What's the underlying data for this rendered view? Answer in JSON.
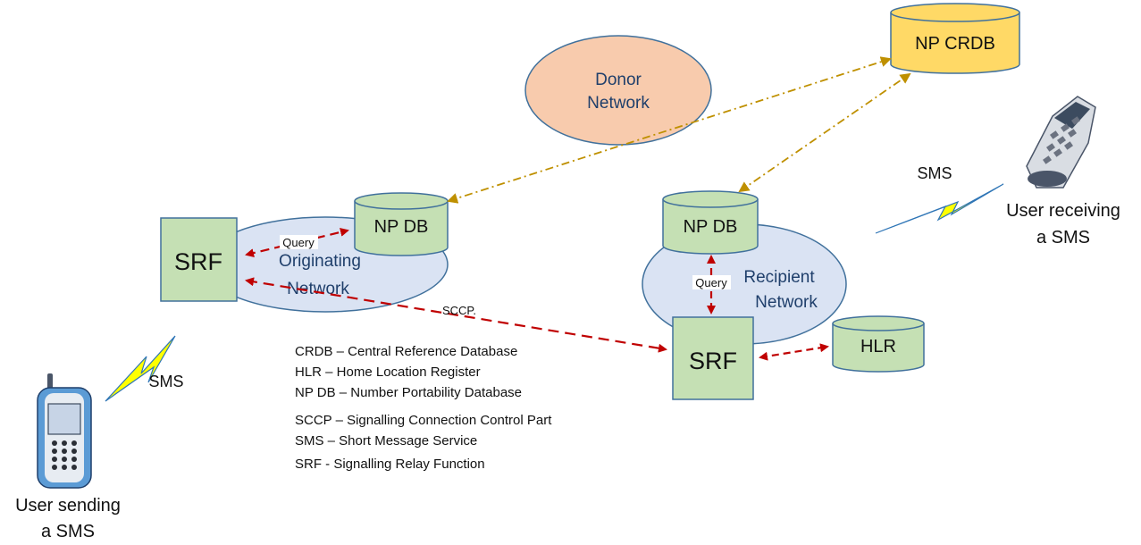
{
  "nodes": {
    "np_crdb": "NP CRDB",
    "donor_network": [
      "Donor",
      "Network"
    ],
    "originating_np_db": "NP DB",
    "originating_srf": "SRF",
    "originating_network": [
      "Originating",
      "Network"
    ],
    "recipient_np_db": "NP DB",
    "recipient_network": [
      "Recipient",
      "Network"
    ],
    "recipient_srf": "SRF",
    "hlr": "HLR"
  },
  "edge_labels": {
    "orig_query": "Query",
    "recip_query": "Query",
    "sccp": "SCCP.",
    "sms_sender": "SMS",
    "sms_receiver": "SMS"
  },
  "users": {
    "sender": [
      "User sending",
      "a SMS"
    ],
    "receiver": [
      "User receiving",
      "a SMS"
    ]
  },
  "legend": [
    "CRDB – Central Reference Database",
    "HLR – Home Location Register",
    "NP DB – Number Portability Database",
    "SCCP – Signalling Connection Control Part",
    "SMS – Short Message Service",
    "SRF - Signalling Relay Function"
  ],
  "colors": {
    "network_fill": "#dae3f3",
    "donor_fill": "#f8cbad",
    "db_fill": "#c5e0b4",
    "crdb_fill": "#ffd966",
    "signal_arrow": "#c00000",
    "crdb_link": "#bf9000",
    "sms_bolt": "#ffff00"
  }
}
